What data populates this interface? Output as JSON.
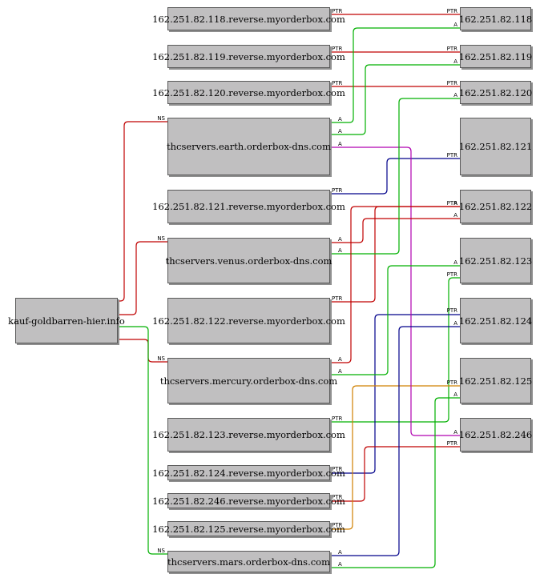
{
  "nodes": {
    "domain": "kauf-goldbarren-hier.info",
    "earth": "thcservers.earth.orderbox-dns.com",
    "venus": "thcservers.venus.orderbox-dns.com",
    "mercury": "thcservers.mercury.orderbox-dns.com",
    "mars": "thcservers.mars.orderbox-dns.com",
    "r118": "162.251.82.118.reverse.myorderbox.com",
    "r119": "162.251.82.119.reverse.myorderbox.com",
    "r120": "162.251.82.120.reverse.myorderbox.com",
    "r121": "162.251.82.121.reverse.myorderbox.com",
    "r122": "162.251.82.122.reverse.myorderbox.com",
    "r123": "162.251.82.123.reverse.myorderbox.com",
    "r124": "162.251.82.124.reverse.myorderbox.com",
    "r246": "162.251.82.246.reverse.myorderbox.com",
    "r125": "162.251.82.125.reverse.myorderbox.com",
    "ip118": "162.251.82.118",
    "ip119": "162.251.82.119",
    "ip120": "162.251.82.120",
    "ip121": "162.251.82.121",
    "ip122": "162.251.82.122",
    "ip123": "162.251.82.123",
    "ip124": "162.251.82.124",
    "ip125": "162.251.82.125",
    "ip246": "162.251.82.246"
  },
  "edges": [
    {
      "from": "domain",
      "to": "earth",
      "label": "NS",
      "color": "#c00000"
    },
    {
      "from": "domain",
      "to": "venus",
      "label": "NS",
      "color": "#c00000"
    },
    {
      "from": "domain",
      "to": "mercury",
      "label": "NS",
      "color": "#c00000"
    },
    {
      "from": "domain",
      "to": "mars",
      "label": "NS",
      "color": "#00b000"
    },
    {
      "from": "r118",
      "to": "ip118",
      "label": "PTR",
      "color": "#c00000"
    },
    {
      "from": "r119",
      "to": "ip119",
      "label": "PTR",
      "color": "#c00000"
    },
    {
      "from": "r120",
      "to": "ip120",
      "label": "PTR",
      "color": "#c00000"
    },
    {
      "from": "r121",
      "to": "ip121",
      "label": "PTR",
      "color": "#00008b"
    },
    {
      "from": "r122",
      "to": "ip122",
      "label": "PTR",
      "color": "#c00000"
    },
    {
      "from": "r123",
      "to": "ip123",
      "label": "PTR",
      "color": "#00b000"
    },
    {
      "from": "r124",
      "to": "ip124",
      "label": "PTR",
      "color": "#00008b"
    },
    {
      "from": "r246",
      "to": "ip246",
      "label": "PTR",
      "color": "#c00000"
    },
    {
      "from": "r125",
      "to": "ip125",
      "label": "PTR",
      "color": "#d08000"
    },
    {
      "from": "earth",
      "to": "ip118",
      "label": "A",
      "color": "#00b000"
    },
    {
      "from": "earth",
      "to": "ip119",
      "label": "A",
      "color": "#00b000"
    },
    {
      "from": "earth",
      "to": "ip246",
      "label": "A",
      "color": "#b000b0"
    },
    {
      "from": "venus",
      "to": "ip122",
      "label": "A",
      "color": "#c00000"
    },
    {
      "from": "venus",
      "to": "ip120",
      "label": "A",
      "color": "#00b000"
    },
    {
      "from": "mercury",
      "to": "ip122",
      "label": "A",
      "color": "#c00000"
    },
    {
      "from": "mercury",
      "to": "ip123",
      "label": "A",
      "color": "#00b000"
    },
    {
      "from": "mars",
      "to": "ip124",
      "label": "A",
      "color": "#00008b"
    },
    {
      "from": "mars",
      "to": "ip125",
      "label": "A",
      "color": "#00b000"
    }
  ]
}
